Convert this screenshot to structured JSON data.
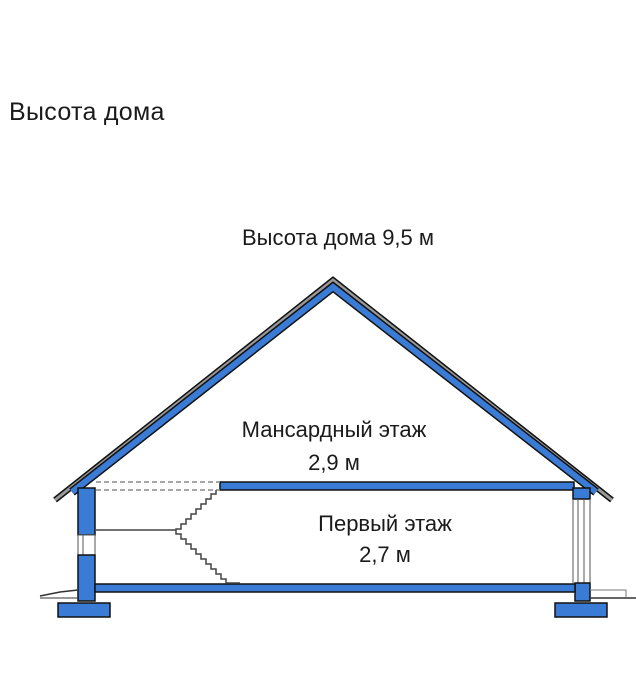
{
  "heading": "Высота дома",
  "diagram": {
    "total_height_label": "Высота дома 9,5 м",
    "attic_label": "Мансардный этаж",
    "attic_height": "2,9 м",
    "first_floor_label": "Первый этаж",
    "first_floor_height": "2,7 м"
  },
  "colors": {
    "structure": "#3a7bd5",
    "outline": "#111111"
  }
}
